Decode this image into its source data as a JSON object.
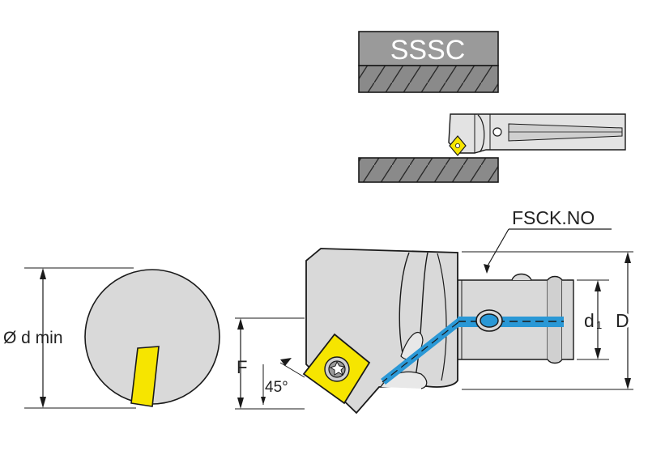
{
  "header": {
    "code": "SSSC"
  },
  "labels": {
    "part_no": "FSCK.NO",
    "diameter_min": "Ø d min",
    "f_dim": "F",
    "angle": "45°",
    "d1_main": "d",
    "d1_sub": "1",
    "d_dim": "D"
  },
  "colors": {
    "insert": "#f6e500",
    "coolant": "#2a98d6",
    "body": "#d9d9d9",
    "outline": "#1a1a1a",
    "hatch_fill": "#8a8a8a",
    "header_fill": "#9a9a9a"
  },
  "icons": [
    "torx-screw-icon",
    "insert-icon",
    "coolant-channel-icon"
  ]
}
